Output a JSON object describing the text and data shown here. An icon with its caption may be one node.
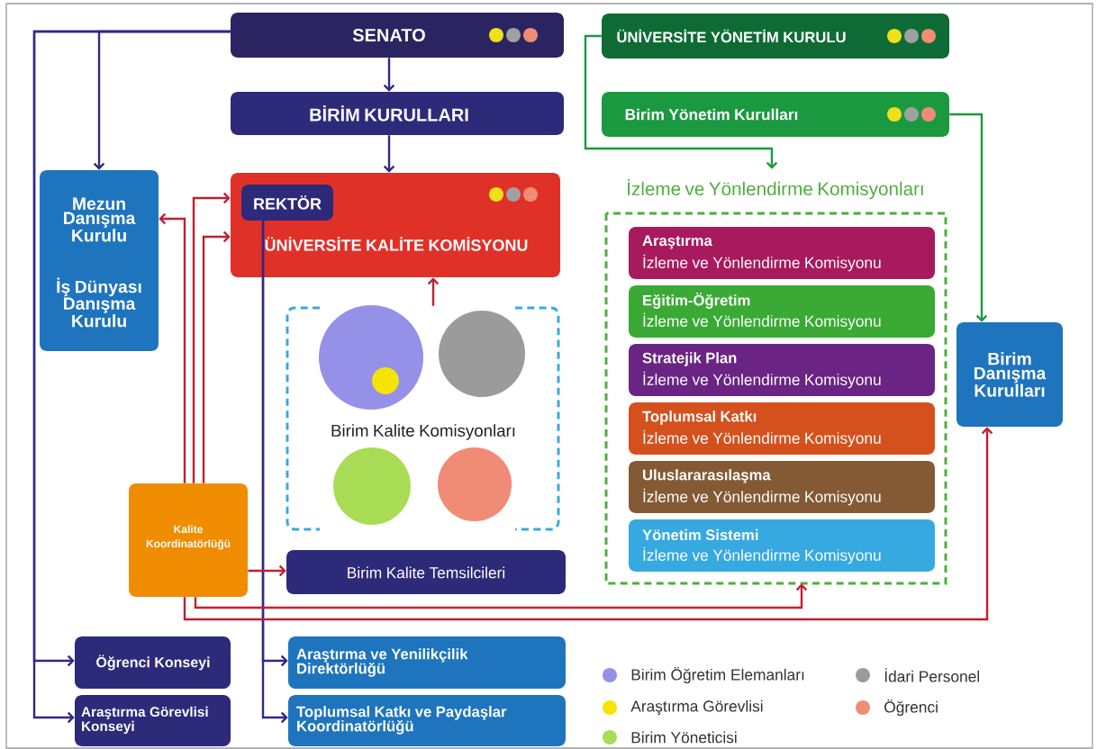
{
  "diagram": {
    "nodes": [
      {
        "text": [
          "SENATO"
        ]
      },
      {
        "text": [
          "BİRİM KURULLARI"
        ]
      },
      {
        "text": [
          "ÜNİVERSİTE YÖNETİM KURULU"
        ]
      },
      {
        "text": [
          "Birim Yönetim Kurulları"
        ]
      },
      {
        "text": [
          "Mezun Danışma Kurulu",
          "İş Dünyası Danışma Kurulu"
        ]
      },
      {
        "text": [
          "ÜNİVERSİTE KALİTE KOMİSYONU"
        ]
      },
      {
        "text": [
          "REKTÖR"
        ],
        "in": 5
      },
      {
        "text": [
          "Birim Kalite Komisyonları"
        ]
      },
      {
        "text": [
          "Kalite Koordinatörlüğü"
        ]
      },
      {
        "text": [
          "Birim Kalite Temsilcileri"
        ]
      },
      {
        "text": [
          "İzleme ve Yönlendirme Komisyonları"
        ]
      },
      {
        "text": [
          "Araştırma",
          "İzleme ve Yönlendirme Komisyonu"
        ],
        "in": 10
      },
      {
        "text": [
          "Eğitim-Öğretim",
          "İzleme ve Yönlendirme Komisyonu"
        ],
        "in": 10
      },
      {
        "text": [
          "Stratejik Plan",
          "İzleme ve Yönlendirme Komisyonu"
        ],
        "in": 10
      },
      {
        "text": [
          "Toplumsal Katkı",
          "İzleme ve Yönlendirme Komisyonu"
        ],
        "in": 10
      },
      {
        "text": [
          "Uluslararasılaşma",
          "İzleme ve Yönlendirme Komisyonu"
        ],
        "in": 10
      },
      {
        "text": [
          "Yönetim Sistemi",
          "İzleme ve Yönlendirme Komisyonu"
        ],
        "in": 10
      },
      {
        "text": [
          "Birim Danışma Kurulları"
        ]
      },
      {
        "text": [
          "Öğrenci Konseyi"
        ]
      },
      {
        "text": [
          "Araştırma Görevlisi Konseyi"
        ]
      },
      {
        "text": [
          "Araştırma ve Yenilikçilik Direktörlüğü"
        ]
      },
      {
        "text": [
          "Toplumsal Katkı ve Paydaşlar Koordinatörlüğü"
        ]
      }
    ],
    "edges": [
      {
        "from": 0,
        "to": 1,
        "arrow": "to"
      },
      {
        "from": 1,
        "to": 5,
        "arrow": "to"
      },
      {
        "from": 0,
        "to": 4,
        "arrow": "to"
      },
      {
        "from": 0,
        "to": 18,
        "arrow": "to"
      },
      {
        "from": 0,
        "to": 19,
        "arrow": "to"
      },
      {
        "from": 6,
        "to": 20,
        "arrow": "to"
      },
      {
        "from": 6,
        "to": 21,
        "arrow": "to"
      },
      {
        "from": 2,
        "to": 10,
        "arrow": "to",
        "color": "#1a9940"
      },
      {
        "from": 3,
        "to": 17,
        "arrow": "to",
        "color": "#1a9940"
      },
      {
        "from": 8,
        "to": 4,
        "arrow": "to",
        "color": "#c0202f"
      },
      {
        "from": 8,
        "to": 5,
        "arrow": "to",
        "color": "#c0202f"
      },
      {
        "from": 8,
        "to": 5,
        "arrow": "to",
        "color": "#c0202f"
      },
      {
        "from": 8,
        "to": 9,
        "arrow": "to",
        "color": "#c0202f"
      },
      {
        "from": 7,
        "to": 5,
        "arrow": "to",
        "color": "#c0202f"
      },
      {
        "from": 8,
        "to": 10,
        "arrow": "to",
        "color": "#c0202f"
      },
      {
        "from": 8,
        "to": 17,
        "arrow": "to",
        "color": "#c0202f"
      }
    ],
    "legend": [
      {
        "text": "Birim Öğretim Elemanları",
        "color": "#9590e8"
      },
      {
        "text": "İdari Personel",
        "color": "#9b9b9b"
      },
      {
        "text": "Araştırma Görevlisi",
        "color": "#f5e400"
      },
      {
        "text": "Öğrenci",
        "color": "#f08c76"
      },
      {
        "text": "Birim Yöneticisi",
        "color": "#a8dc55"
      }
    ]
  }
}
